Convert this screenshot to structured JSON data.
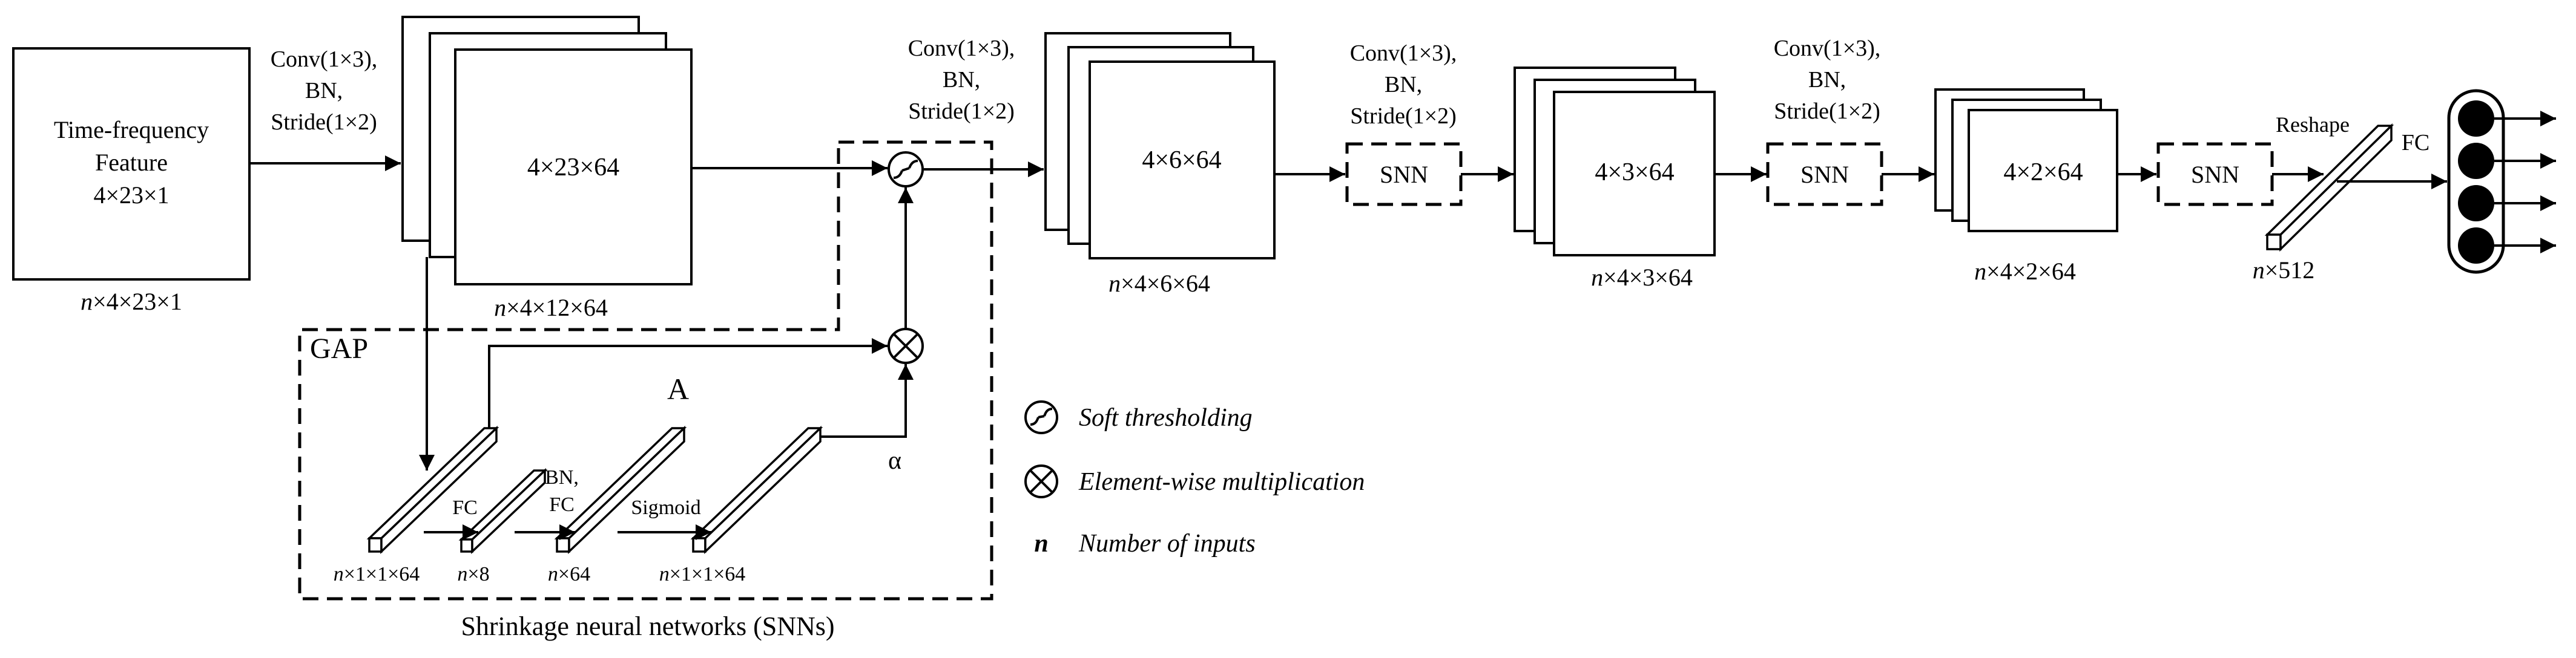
{
  "input": {
    "line1": "Time-frequency",
    "line2": "Feature",
    "line3": "4×23×1",
    "shape_n": "n",
    "shape_rest": "×4×23×1"
  },
  "stages": [
    {
      "conv1": "Conv(1×3),",
      "conv2": "BN,",
      "conv3": "Stride(1×2)",
      "label": "4×23×64",
      "shape_n": "n",
      "shape_rest": "×4×12×64"
    },
    {
      "conv1": "Conv(1×3),",
      "conv2": "BN,",
      "conv3": "Stride(1×2)",
      "label": "4×6×64",
      "shape_n": "n",
      "shape_rest": "×4×6×64"
    },
    {
      "conv1": "Conv(1×3),",
      "conv2": "BN,",
      "conv3": "Stride(1×2)",
      "label": "4×3×64",
      "shape_n": "n",
      "shape_rest": "×4×3×64"
    },
    {
      "conv1": "Conv(1×3),",
      "conv2": "BN,",
      "conv3": "Stride(1×2)",
      "label": "4×2×64",
      "shape_n": "n",
      "shape_rest": "×4×2×64"
    }
  ],
  "snn_block": {
    "gap": "GAP",
    "a_label": "A",
    "alpha": "α",
    "title": "Shrinkage neural networks (SNNs)",
    "fc": "FC",
    "bn": "BN,",
    "fc2": "FC",
    "sigmoid": "Sigmoid",
    "shapes": [
      {
        "n": "n",
        "rest": "×1×1×64"
      },
      {
        "n": "n",
        "rest": "×8"
      },
      {
        "n": "n",
        "rest": "×64"
      },
      {
        "n": "n",
        "rest": "×1×1×64"
      }
    ]
  },
  "snn_label": "SNN",
  "reshape": "Reshape",
  "fc_out": "FC",
  "flat_shape_n": "n",
  "flat_shape_rest": "×512",
  "legend": [
    {
      "symbol": "soft-threshold",
      "text": "Soft thresholding"
    },
    {
      "symbol": "multiply",
      "text": "Element-wise multiplication"
    },
    {
      "symbol": "n",
      "text": "Number of inputs"
    }
  ]
}
